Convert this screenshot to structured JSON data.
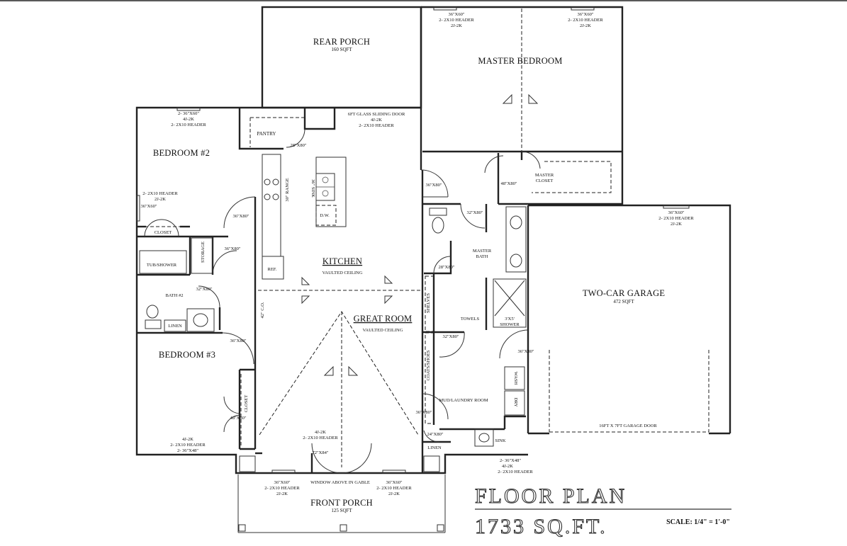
{
  "rooms": {
    "rear_porch": "REAR PORCH",
    "rear_porch_area": "160 SQFT",
    "master_bedroom": "MASTER BEDROOM",
    "bedroom2": "BEDROOM #2",
    "bedroom3": "BEDROOM #3",
    "pantry": "PANTRY",
    "kitchen": "KITCHEN",
    "kitchen_note": "VAULTED CEILING",
    "great_room": "GREAT ROOM",
    "great_room_note": "VAULTED CEILING",
    "master_closet_1": "MASTER",
    "master_closet_2": "CLOSET",
    "master_bath_1": "MASTER",
    "master_bath_2": "BATH",
    "garage": "TWO-CAR GARAGE",
    "garage_area": "472 SQFT",
    "mud_laundry": "MUD/LAUNDRY ROOM",
    "front_porch": "FRONT PORCH",
    "front_porch_area": "125 SQFT",
    "bath2": "BATH #2",
    "closet_b2": "CLOSET",
    "closet_b3": "CLOSET",
    "storage": "STORAGE",
    "tub_shower": "TUB/SHOWER",
    "linen_b2": "LINEN",
    "linen_mud": "LINEN",
    "shelves": "SHELVES",
    "coats_shoes": "COATS/SHOES",
    "towels": "TOWELS",
    "shower_size": "3'X5'",
    "shower": "SHOWER",
    "wash": "WASH",
    "dry": "DRY",
    "sink_mud": "SINK",
    "sink_kitchen": "36\" SINK",
    "range": "30\" RANGE",
    "dw": "D.W.",
    "ref": "REF.",
    "co": "42\" C.O."
  },
  "annotations": {
    "mb_win_left_1": "36\"X60\"",
    "mb_win_left_2": "2- 2X10 HEADER",
    "mb_win_left_3": "2J-2K",
    "mb_win_right_1": "36\"X60\"",
    "mb_win_right_2": "2- 2X10 HEADER",
    "mb_win_right_3": "2J-2K",
    "b2_top_1": "2- 36\"X60\"",
    "b2_top_2": "4J-2K",
    "b2_top_3": "2- 2X10 HEADER",
    "slider_1": "6FT GLASS SLIDING DOOR",
    "slider_2": "4J-2K",
    "slider_3": "2- 2X10 HEADER",
    "pantry_door": "28\"X80\"",
    "b2_side_1": "2- 2X10 HEADER",
    "b2_side_2": "2J-2K",
    "b2_side_3": "36\"X60\"",
    "b2_door": "36\"X80\"",
    "storage_door": "36\"X80\"",
    "bath2_door": "32\"X80\"",
    "b3_door": "36\"X80\"",
    "b3_closet_door": "48\"X80\"",
    "b3_bot_1": "4J-2K",
    "b3_bot_2": "2- 2X10 HEADER",
    "b3_bot_3": "2- 36\"X48\"",
    "mb_door": "36\"X80\"",
    "mc_door": "48\"X80\"",
    "mbath_door": "32\"X80\"",
    "wc_door": "28\"X80\"",
    "mud_door": "32\"X80\"",
    "garage_door_entry": "36\"X80\"",
    "garage_win_1": "36\"X60\"",
    "garage_win_2": "2- 2X10 HEADER",
    "garage_win_3": "2J-2K",
    "garage_door": "16FT X 7FT GARAGE DOOR",
    "mud_ext_door": "36\"X80\"",
    "linen_door": "24\"X80\"",
    "mud_bot_1": "2- 36\"X48\"",
    "mud_bot_2": "4J-2K",
    "mud_bot_3": "2- 2X10 HEADER",
    "front_hdr_1": "4J-2K",
    "front_hdr_2": "2- 2X10 HEADER",
    "front_door": "72\"X84\"",
    "fp_win_left_1": "36\"X60\"",
    "fp_win_left_2": "2- 2X10 HEADER",
    "fp_win_left_3": "2J-2K",
    "fp_win_right_1": "36\"X60\"",
    "fp_win_right_2": "2- 2X10 HEADER",
    "fp_win_right_3": "2J-2K",
    "gable": "WINDOW ABOVE IN GABLE"
  },
  "title": {
    "line1": "FLOOR PLAN",
    "line2": "1733 SQ.FT.",
    "scale": "SCALE: 1/4\" = 1'-0\""
  }
}
